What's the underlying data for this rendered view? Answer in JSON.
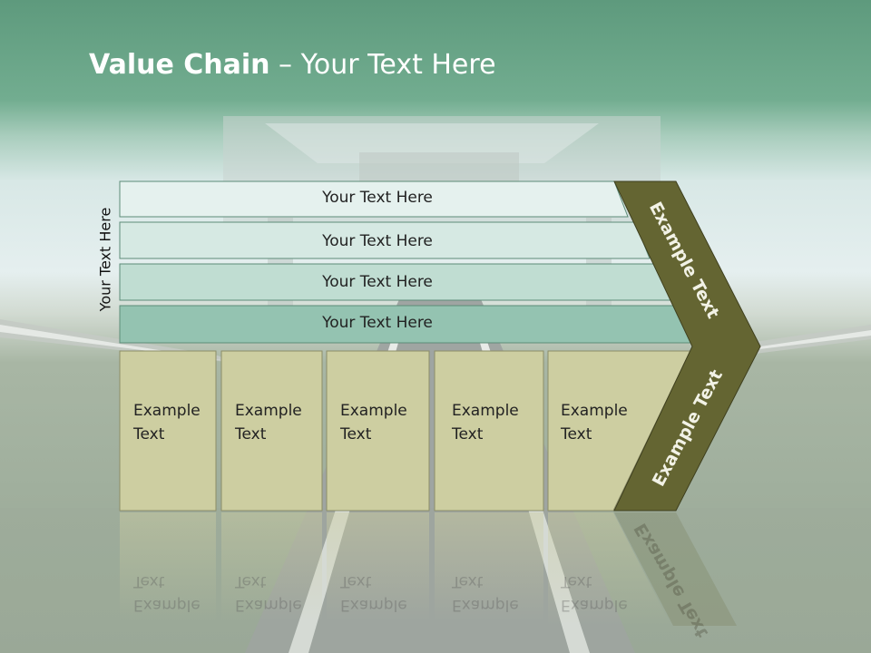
{
  "title": {
    "bold": "Value Chain",
    "rest": " – Your Text Here"
  },
  "side_label": "Your Text Here",
  "rows": [
    "Your Text Here",
    "Your Text Here",
    "Your Text Here",
    "Your Text Here"
  ],
  "boxes": [
    {
      "line1": "Example",
      "line2": "Text"
    },
    {
      "line1": "Example",
      "line2": "Text"
    },
    {
      "line1": "Example",
      "line2": "Text"
    },
    {
      "line1": "Example",
      "line2": "Text"
    },
    {
      "line1": "Example",
      "line2": "Text"
    }
  ],
  "chevron_top": "Example Text",
  "chevron_bottom": "Example Text",
  "colors": {
    "header_band": "#6aa88a",
    "row_fills": [
      "#e5f1ee",
      "#d6e9e3",
      "#c0ddd2",
      "#94c3b1"
    ],
    "row_stroke": "#5d8c78",
    "box_fill": "#cdcea1",
    "box_stroke": "#8c8d68",
    "chevron_fill": "#646532"
  }
}
